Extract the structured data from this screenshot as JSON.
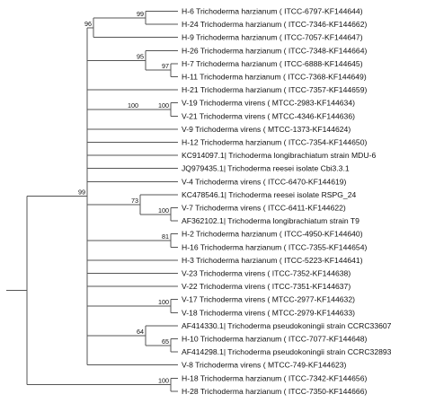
{
  "tree": {
    "leaves": [
      "H-6 Trichoderma harzianum ( ITCC-6797-KF144644)",
      "H-24 Trichoderma harzianum ( ITCC-7346-KF144662)",
      "H-9 Trichoderma harzianum ( ITCC-7057-KF144647)",
      "H-26 Trichoderma harzianum ( ITCC-7348-KF144664)",
      "H-7 Trichoderma harzianum ( ITCC-6888-KF144645)",
      "H-11 Trichoderma harzianum ( ITCC-7368-KF144649)",
      "H-21 Trichoderma harzianum ( ITCC-7357-KF144659)",
      "V-19 Trichoderma virens ( MTCC-2983-KF144634)",
      "V-21 Trichoderma virens ( MTCC-4346-KF144636)",
      "V-9 Trichoderma virens ( MTCC-1373-KF144624)",
      "H-12 Trichoderma harzianum ( ITCC-7354-KF144650)",
      "KC914097.1| Trichoderma longibrachiatum strain MDU-6",
      "JQ979435.1| Trichoderma reesei isolate Cbi3.3.1",
      "V-4 Trichoderma virens ( ITCC-6470-KF144619)",
      "KC478546.1| Trichoderma reesei isolate RSPG_24",
      "V-7 Trichoderma virens ( ITCC-6411-KF144622)",
      "AF362102.1| Trichoderma longibrachiatum strain T9",
      "H-2 Trichoderma harzianum ( ITCC-4950-KF144640)",
      "H-16 Trichoderma harzianum ( ITCC-7355-KF144654)",
      "H-3 Trichoderma harzianum ( ITCC-5223-KF144641)",
      "V-23 Trichoderma virens ( ITCC-7352-KF144638)",
      "V-22 Trichoderma virens ( ITCC-7351-KF144637)",
      "V-17 Trichoderma virens ( MTCC-2977-KF144632)",
      "V-18 Trichoderma virens ( MTCC-2979-KF144633)",
      "AF414330.1| Trichoderma pseudokoningii strain CCRC33607",
      "H-10 Trichoderma harzianum ( ITCC-7077-KF144648)",
      "AF414298.1| Trichoderma pseudokoningii strain CCRC32893",
      "V-8 Trichoderma virens ( MTCC-749-KF144623)",
      "H-18 Trichoderma harzianum ( ITCC-7342-KF144656)",
      "H-28 Trichoderma harzianum ( ITCC-7350-KF144666)"
    ],
    "support_values": [
      "99",
      "96",
      "95",
      "97",
      "100",
      "100",
      "99",
      "73",
      "100",
      "81",
      "100",
      "64",
      "65",
      "100"
    ]
  }
}
